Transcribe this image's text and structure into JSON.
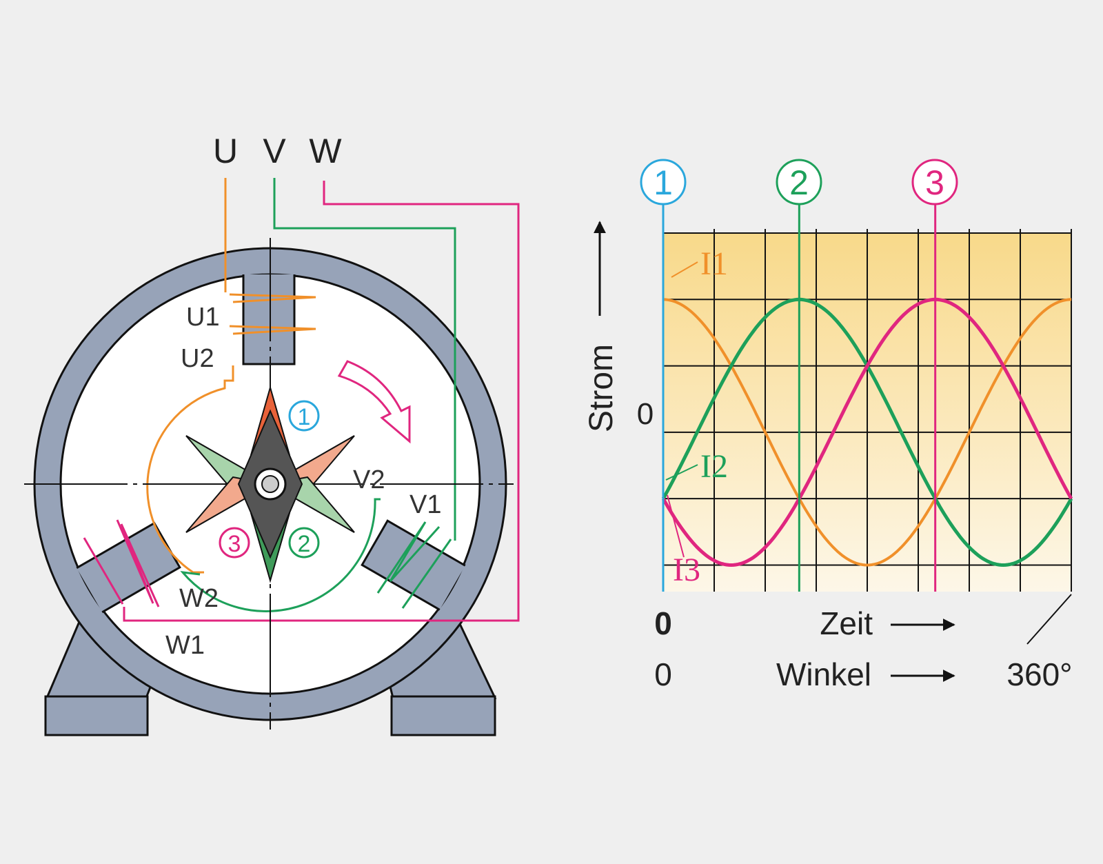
{
  "terminals": [
    "U",
    "V",
    "W"
  ],
  "winding_labels": {
    "u1": "U1",
    "u2": "U2",
    "v1": "V1",
    "v2": "V2",
    "w1": "W1",
    "w2": "W2"
  },
  "markers": [
    "1",
    "2",
    "3"
  ],
  "colors": {
    "phase_u": "#f0902a",
    "phase_v": "#1da05a",
    "phase_w": "#e0267f",
    "marker_1": "#2aa7dc",
    "housing": "#97a3b8",
    "rotor_dark": "#555555",
    "rotor_red": "#e8623a",
    "rotor_green": "#3f9b5a"
  },
  "chart_data": {
    "type": "line",
    "ylabel": "Strom",
    "y_zero_label": "0",
    "x_time_label": "Zeit",
    "x_time_zero": "0",
    "x_angle_label": "Winkel",
    "x_angle_zero": "0",
    "x_angle_end": "360°",
    "x_range_deg": [
      0,
      360
    ],
    "y_range": [
      -1.2,
      1.5
    ],
    "grid": true,
    "markers": [
      {
        "label": "1",
        "x_deg": 0
      },
      {
        "label": "2",
        "x_deg": 120
      },
      {
        "label": "3",
        "x_deg": 240
      }
    ],
    "series": [
      {
        "name": "I1",
        "color": "#f0902a",
        "phase_deg": 0,
        "x_deg": [
          0,
          30,
          60,
          90,
          120,
          150,
          180,
          210,
          240,
          270,
          300,
          330,
          360
        ],
        "values": [
          1.0,
          0.87,
          0.5,
          0.0,
          -0.5,
          -0.87,
          -1.0,
          -0.87,
          -0.5,
          0.0,
          0.5,
          0.87,
          1.0
        ]
      },
      {
        "name": "I2",
        "color": "#1da05a",
        "phase_deg": 120,
        "x_deg": [
          0,
          30,
          60,
          90,
          120,
          150,
          180,
          210,
          240,
          270,
          300,
          330,
          360
        ],
        "values": [
          -0.5,
          0.0,
          0.5,
          0.87,
          1.0,
          0.87,
          0.5,
          0.0,
          -0.5,
          -0.87,
          -1.0,
          -0.87,
          -0.5
        ]
      },
      {
        "name": "I3",
        "color": "#e0267f",
        "phase_deg": 240,
        "x_deg": [
          0,
          30,
          60,
          90,
          120,
          150,
          180,
          210,
          240,
          270,
          300,
          330,
          360
        ],
        "values": [
          -0.5,
          -0.87,
          -1.0,
          -0.87,
          -0.5,
          0.0,
          0.5,
          0.87,
          1.0,
          0.87,
          0.5,
          0.0,
          -0.5
        ]
      }
    ]
  }
}
